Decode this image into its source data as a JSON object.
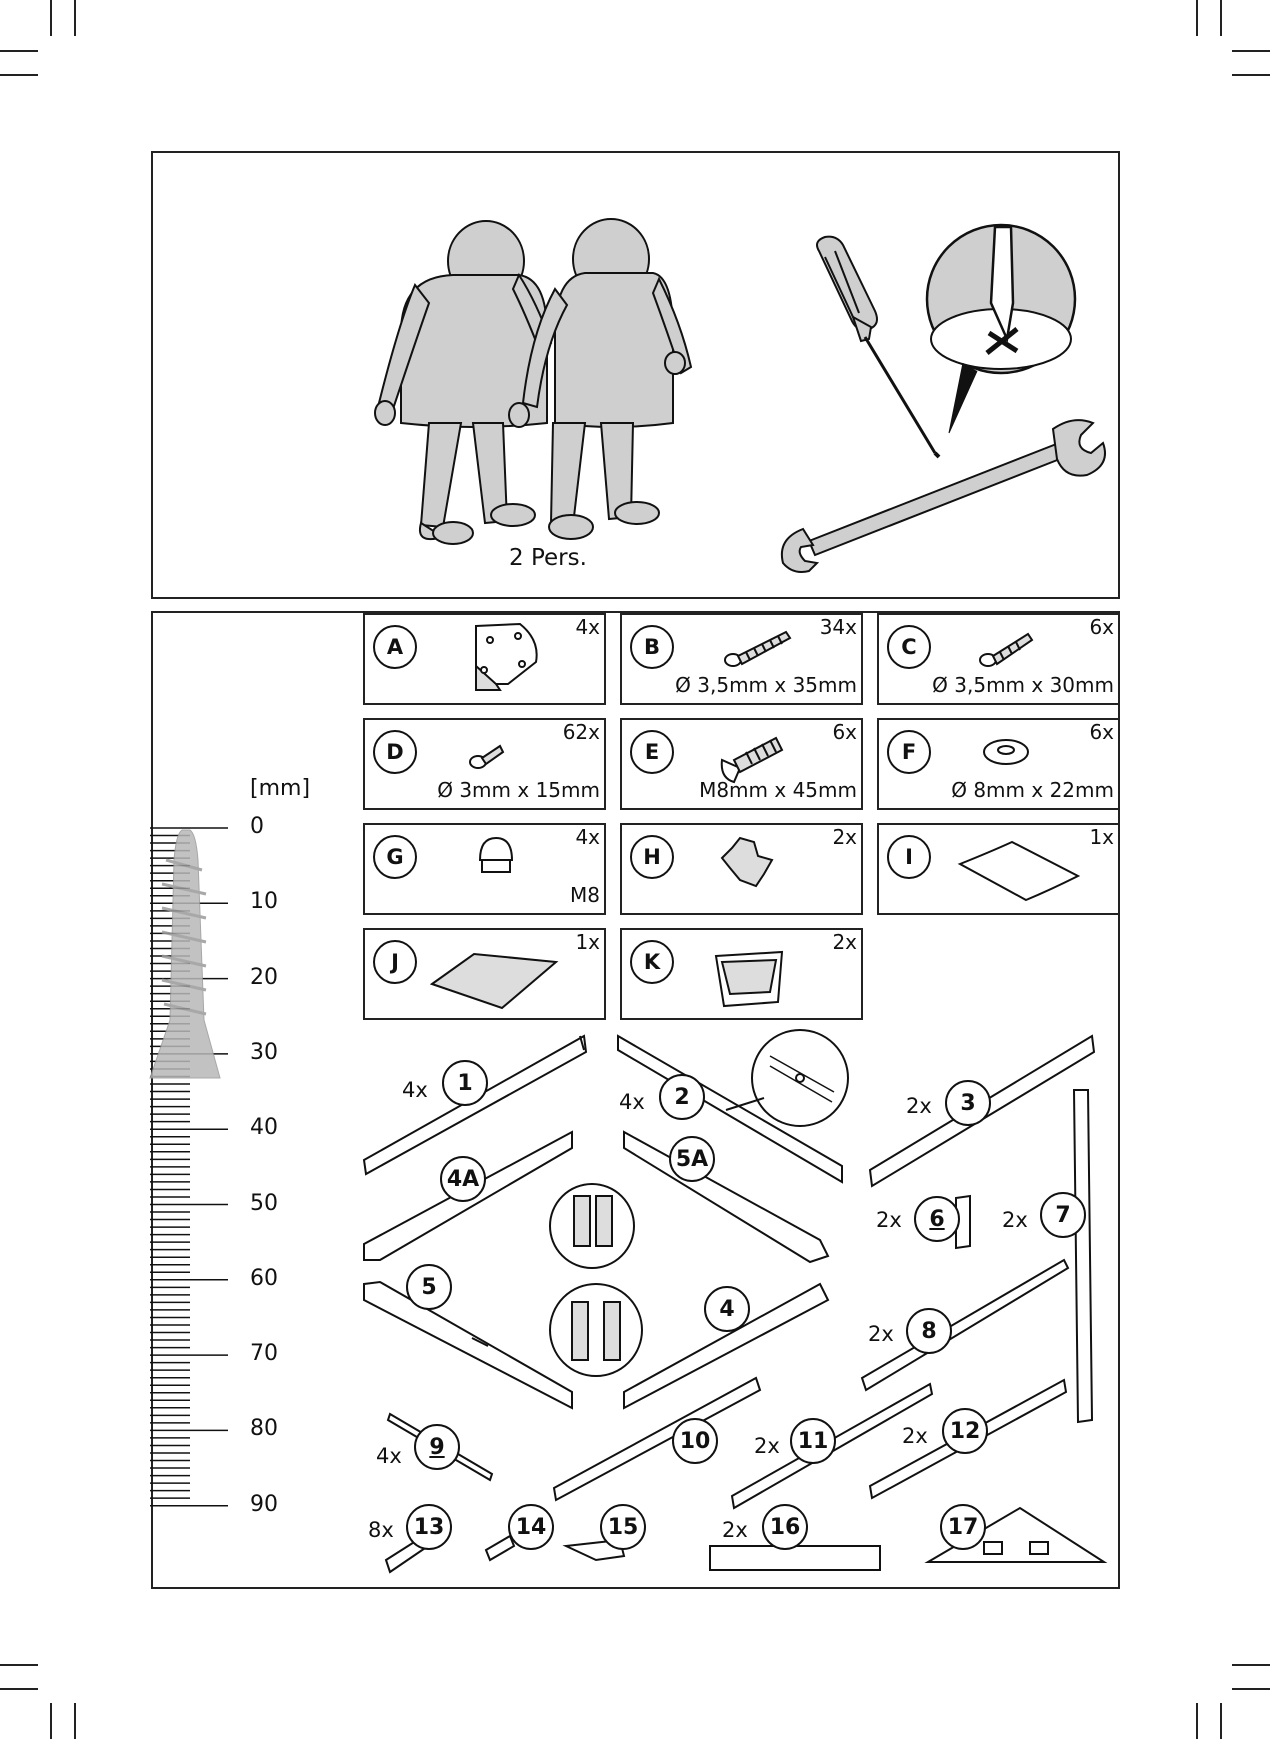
{
  "header": {
    "persons_label": "2 Pers."
  },
  "ruler": {
    "unit_label": "[mm]",
    "ticks": [
      "0",
      "10",
      "20",
      "30",
      "40",
      "50",
      "60",
      "70",
      "80",
      "90"
    ]
  },
  "hardware": [
    {
      "id": "A",
      "qty": "4x",
      "dim": ""
    },
    {
      "id": "B",
      "qty": "34x",
      "dim": "Ø 3,5mm x 35mm"
    },
    {
      "id": "C",
      "qty": "6x",
      "dim": "Ø 3,5mm x 30mm"
    },
    {
      "id": "D",
      "qty": "62x",
      "dim": "Ø 3mm x 15mm"
    },
    {
      "id": "E",
      "qty": "6x",
      "dim": "M8mm x 45mm"
    },
    {
      "id": "F",
      "qty": "6x",
      "dim": "Ø 8mm x 22mm"
    },
    {
      "id": "G",
      "qty": "4x",
      "dim": "M8"
    },
    {
      "id": "H",
      "qty": "2x",
      "dim": ""
    },
    {
      "id": "I",
      "qty": "1x",
      "dim": ""
    },
    {
      "id": "J",
      "qty": "1x",
      "dim": ""
    },
    {
      "id": "K",
      "qty": "2x",
      "dim": ""
    }
  ],
  "parts": [
    {
      "num": "1",
      "qty": "4x"
    },
    {
      "num": "2",
      "qty": "4x"
    },
    {
      "num": "3",
      "qty": "2x"
    },
    {
      "num": "4A",
      "qty": ""
    },
    {
      "num": "5A",
      "qty": ""
    },
    {
      "num": "6",
      "qty": "2x"
    },
    {
      "num": "7",
      "qty": "2x"
    },
    {
      "num": "5",
      "qty": ""
    },
    {
      "num": "4",
      "qty": ""
    },
    {
      "num": "8",
      "qty": "2x"
    },
    {
      "num": "9",
      "qty": "4x"
    },
    {
      "num": "10",
      "qty": ""
    },
    {
      "num": "11",
      "qty": "2x"
    },
    {
      "num": "12",
      "qty": "2x"
    },
    {
      "num": "13",
      "qty": "8x"
    },
    {
      "num": "14",
      "qty": ""
    },
    {
      "num": "15",
      "qty": ""
    },
    {
      "num": "16",
      "qty": "2x"
    },
    {
      "num": "17",
      "qty": ""
    }
  ]
}
